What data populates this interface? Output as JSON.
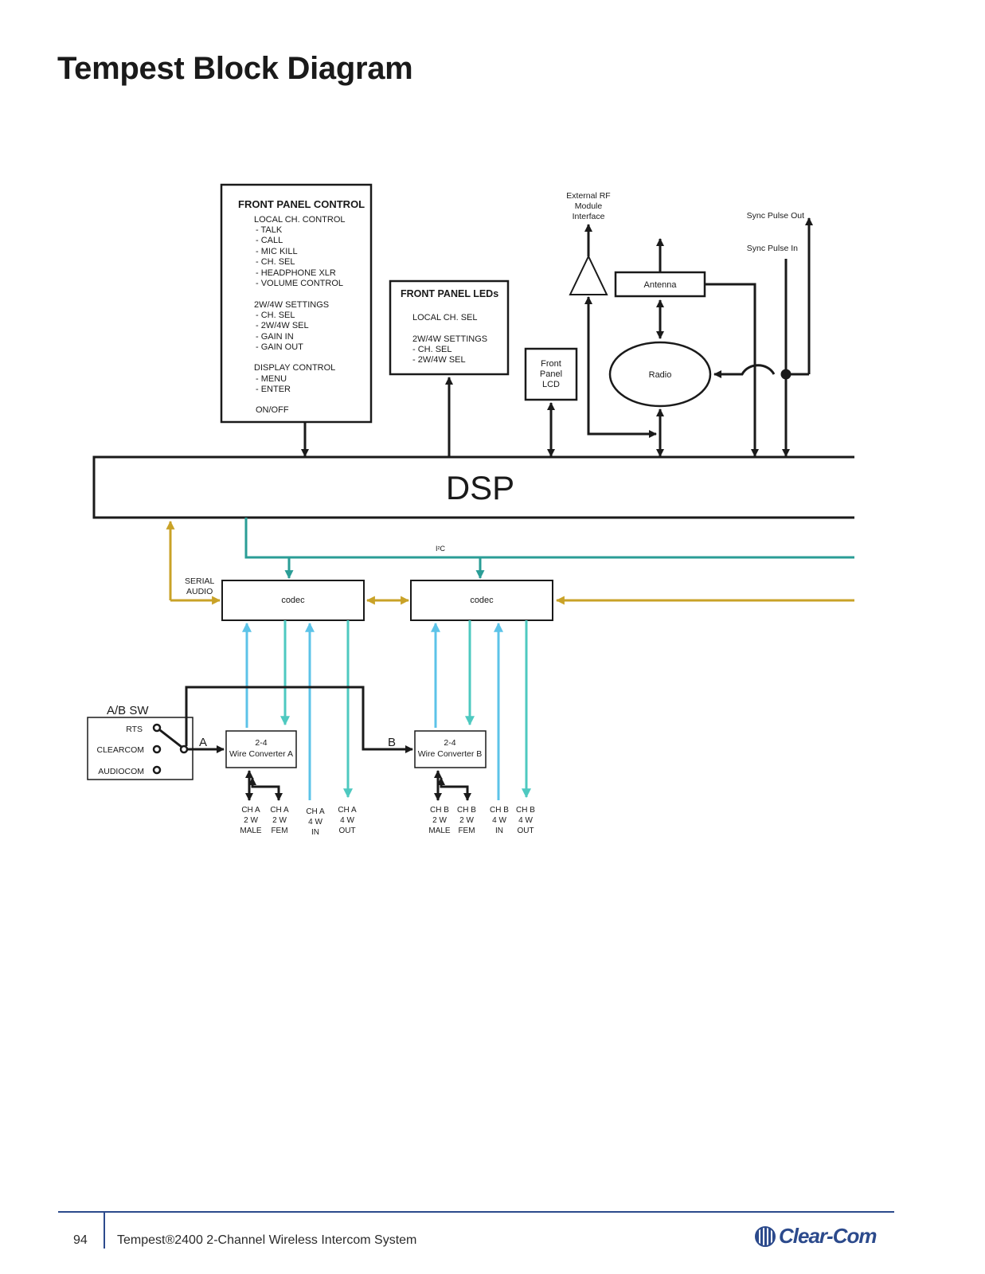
{
  "page": {
    "title": "Tempest Block Diagram"
  },
  "diagram": {
    "front_panel_control": {
      "title": "FRONT PANEL CONTROL",
      "lines": [
        "LOCAL CH. CONTROL",
        "- TALK",
        "- CALL",
        "- MIC KILL",
        "- CH. SEL",
        "- HEADPHONE XLR",
        "- VOLUME CONTROL",
        "",
        "2W/4W SETTINGS",
        "- CH. SEL",
        "- 2W/4W SEL",
        "- GAIN IN",
        "- GAIN OUT",
        "",
        "DISPLAY CONTROL",
        "- MENU",
        "- ENTER",
        "",
        "ON/OFF"
      ]
    },
    "front_panel_leds": {
      "title": "FRONT PANEL LEDs",
      "lines": [
        "LOCAL CH. SEL",
        "",
        "2W/4W SETTINGS",
        "- CH. SEL",
        "- 2W/4W SEL"
      ]
    },
    "front_panel_lcd": [
      "Front",
      "Panel",
      "LCD"
    ],
    "external_rf": [
      "External RF",
      "Module",
      "Interface"
    ],
    "antenna": "Antenna",
    "radio": "Radio",
    "sync_pulse_out": "Sync Pulse Out",
    "sync_pulse_in": "Sync Pulse In",
    "dsp": "DSP",
    "i2c": "I²C",
    "serial_audio": [
      "SERIAL",
      "AUDIO"
    ],
    "codec_a": "codec",
    "codec_b": "codec",
    "ab_switch": {
      "title": "A/B SW",
      "options": [
        "RTS",
        "CLEARCOM",
        "AUDIOCOM"
      ]
    },
    "path_a": "A",
    "path_b": "B",
    "converter_a": [
      "2-4",
      "Wire Converter A"
    ],
    "converter_b": [
      "2-4",
      "Wire Converter B"
    ],
    "ports_a": [
      [
        "CH A",
        "2 W",
        "MALE"
      ],
      [
        "CH A",
        "2 W",
        "FEM"
      ],
      [
        "CH A",
        "4 W",
        "IN"
      ],
      [
        "CH A",
        "4 W",
        "OUT"
      ]
    ],
    "ports_b": [
      [
        "CH B",
        "2 W",
        "MALE"
      ],
      [
        "CH B",
        "2 W",
        "FEM"
      ],
      [
        "CH B",
        "4 W",
        "IN"
      ],
      [
        "CH B",
        "4 W",
        "OUT"
      ]
    ],
    "colors": {
      "line": "#1a1a1a",
      "i2c_bus": "#2a9d96",
      "serial_audio_bus": "#c9a227",
      "audio_in": "#5cc3e8",
      "audio_out": "#4ec9c0"
    }
  },
  "footer": {
    "page_number": "94",
    "doc_title": "Tempest®2400 2-Channel Wireless Intercom System",
    "brand": "Clear-Com"
  }
}
